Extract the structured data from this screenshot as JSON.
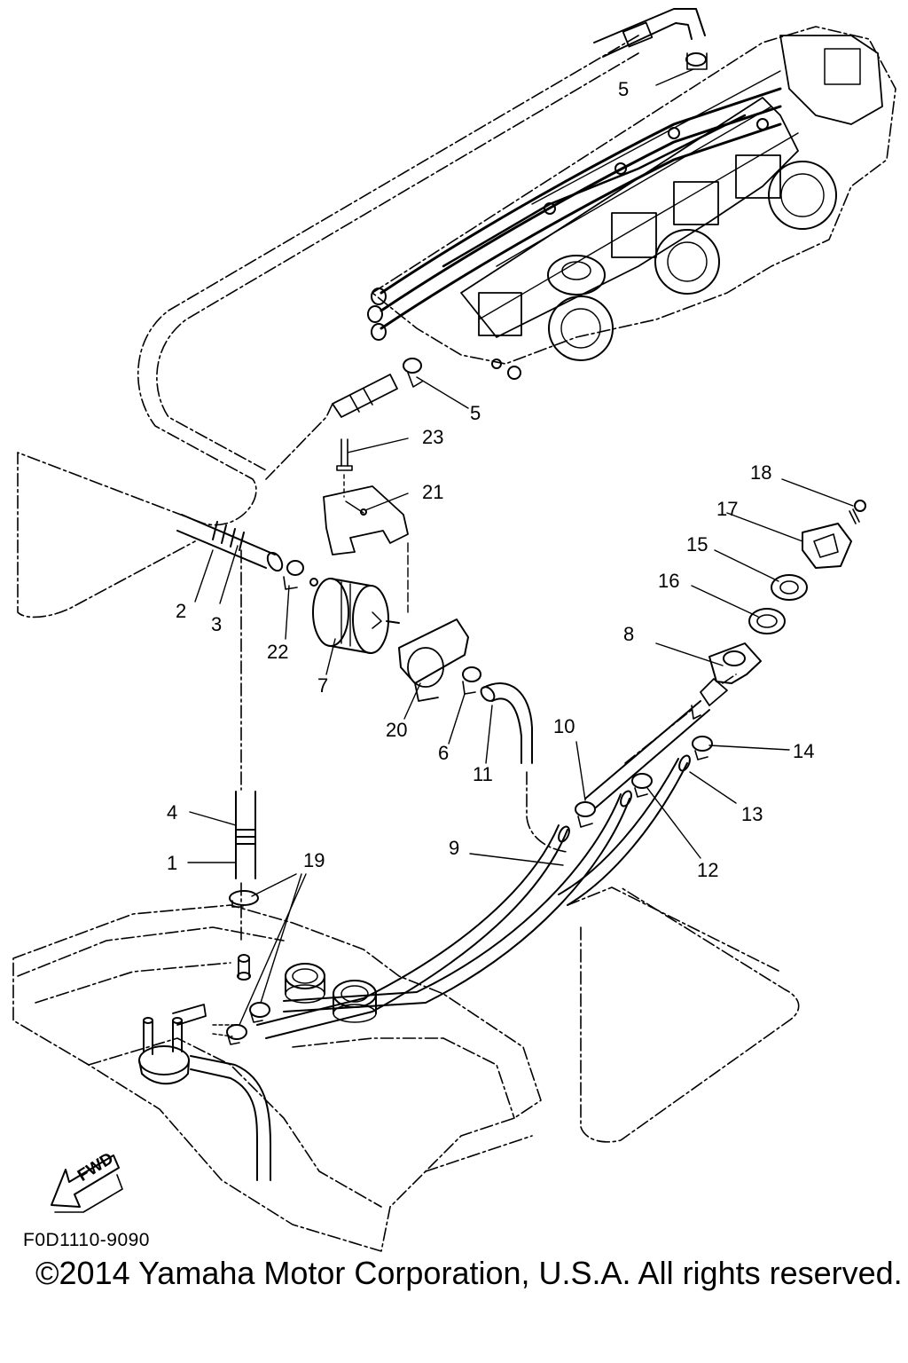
{
  "diagram": {
    "code": "F0D1110-9090",
    "copyright": "©2014 Yamaha Motor Corporation, U.S.A. All rights reserved.",
    "fwd_label": "FWD",
    "callouts": {
      "c1": "1",
      "c2": "2",
      "c3": "3",
      "c4": "4",
      "c5a": "5",
      "c5b": "5",
      "c6": "6",
      "c7": "7",
      "c8": "8",
      "c9": "9",
      "c10": "10",
      "c11": "11",
      "c12": "12",
      "c13": "13",
      "c14": "14",
      "c15": "15",
      "c16": "16",
      "c17": "17",
      "c18": "18",
      "c19": "19",
      "c20": "20",
      "c21": "21",
      "c22": "22",
      "c23": "23"
    }
  }
}
